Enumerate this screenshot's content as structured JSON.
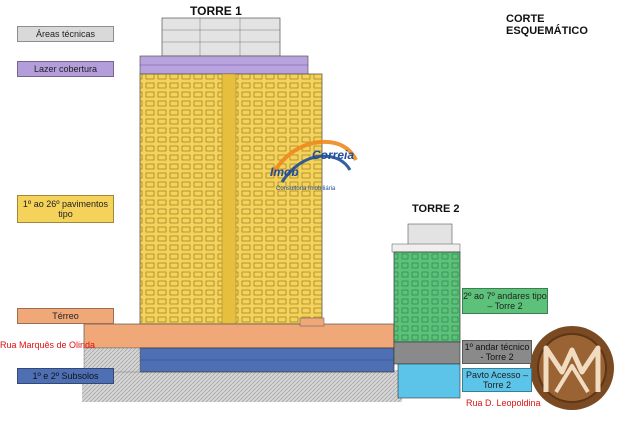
{
  "header": {
    "title": "CORTE ESQUEMÁTICO",
    "torre1": "TORRE 1",
    "torre2": "TORRE 2"
  },
  "legend": {
    "areas_tecnicas": "Áreas técnicas",
    "lazer": "Lazer cobertura",
    "pavimentos_tipo": "1º ao 26º pavimentos tipo",
    "terreo": "Térreo",
    "subsolos": "1º e 2º Subsolos",
    "andares_t2": "2º ao 7º andares tipo – Torre 2",
    "andar_tecnico": "1º andar técnico - Torre 2",
    "pavto_acesso": "Pavto Acesso – Torre 2"
  },
  "streets": {
    "marques": "Rua Marquês de Olinda",
    "leopoldina": "Rua D. Leopoldina"
  },
  "watermark": {
    "word1": "Imob",
    "word2": "Correia",
    "subtitle": "Consultoria Imobiliária"
  },
  "colors": {
    "areas_tecnicas": "#d9d9d9",
    "lazer": "#b39ddb",
    "pavimentos": "#f5d35a",
    "terreo": "#f0a878",
    "subsolos": "#4f6fb5",
    "torre2_tipo": "#5cc27a",
    "andar_tecnico": "#8a8a8a",
    "acesso": "#5bc4e8"
  }
}
